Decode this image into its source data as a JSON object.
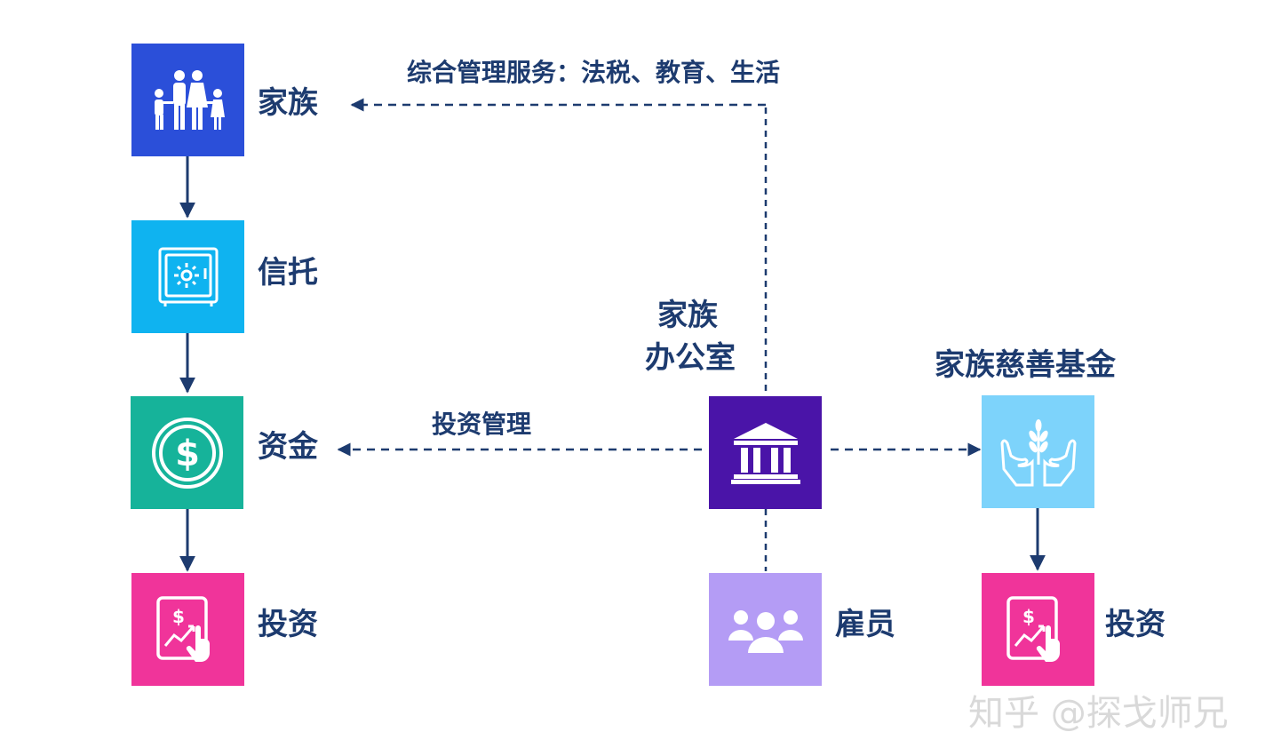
{
  "colors": {
    "navy": "#1d3b6f",
    "family_box": "#2b4fd9",
    "trust_box": "#0fb3f0",
    "fund_box": "#16b39a",
    "invest_box": "#f0349a",
    "office_box": "#4a14a8",
    "staff_box": "#b49cf5",
    "charity_box": "#7dd3fb"
  },
  "nodes": {
    "family": {
      "label": "家族",
      "icon": "family-icon"
    },
    "trust": {
      "label": "信托",
      "icon": "safe-icon"
    },
    "fund": {
      "label": "资金",
      "icon": "dollar-coin-icon"
    },
    "invest_left": {
      "label": "投资",
      "icon": "tablet-chart-icon"
    },
    "office": {
      "label_line1": "家族",
      "label_line2": "办公室",
      "icon": "bank-building-icon"
    },
    "staff": {
      "label": "雇员",
      "icon": "people-group-icon"
    },
    "charity": {
      "label": "家族慈善基金",
      "icon": "hands-wheat-icon"
    },
    "invest_right": {
      "label": "投资",
      "icon": "tablet-chart-icon"
    }
  },
  "edges": {
    "services_label": "综合管理服务：法税、教育、生活",
    "investment_mgmt_label": "投资管理"
  },
  "watermark": "知乎 @探戈师兄"
}
